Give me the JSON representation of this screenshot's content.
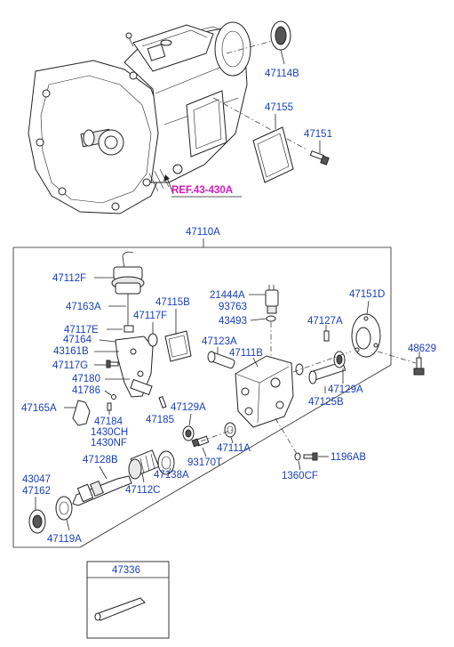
{
  "ref_label": "REF.43-430A",
  "group_label": "47110A",
  "tool_label": "47336",
  "labels": {
    "p47114B": "47114B",
    "p47155": "47155",
    "p47151": "47151",
    "p47112F": "47112F",
    "p47163A": "47163A",
    "p47117E": "47117E",
    "p47164": "47164",
    "p43161B": "43161B",
    "p47117G": "47117G",
    "p47180": "47180",
    "p41786": "41786",
    "p47165A": "47165A",
    "p47184": "47184",
    "p1430CH": "1430CH",
    "p1430NF": "1430NF",
    "p47115B": "47115B",
    "p47117F": "47117F",
    "p47185": "47185",
    "p21444A": "21444A",
    "p93763": "93763",
    "p43493": "43493",
    "p47123A": "47123A",
    "p47111B": "47111B",
    "p47151D": "47151D",
    "p47127A": "47127A",
    "p48629": "48629",
    "p47129A_r": "47129A",
    "p47125B": "47125B",
    "p47129A_l": "47129A",
    "p47111A": "47111A",
    "p93170T": "93170T",
    "p1196AB": "1196AB",
    "p1360CF": "1360CF",
    "p47128B": "47128B",
    "p43047": "43047",
    "p47162": "47162",
    "p47112C": "47112C",
    "p47138A": "47138A",
    "p47119A": "47119A"
  },
  "colors": {
    "label": "#1a3fb8",
    "reference": "#d41ab8",
    "line": "#222222"
  }
}
